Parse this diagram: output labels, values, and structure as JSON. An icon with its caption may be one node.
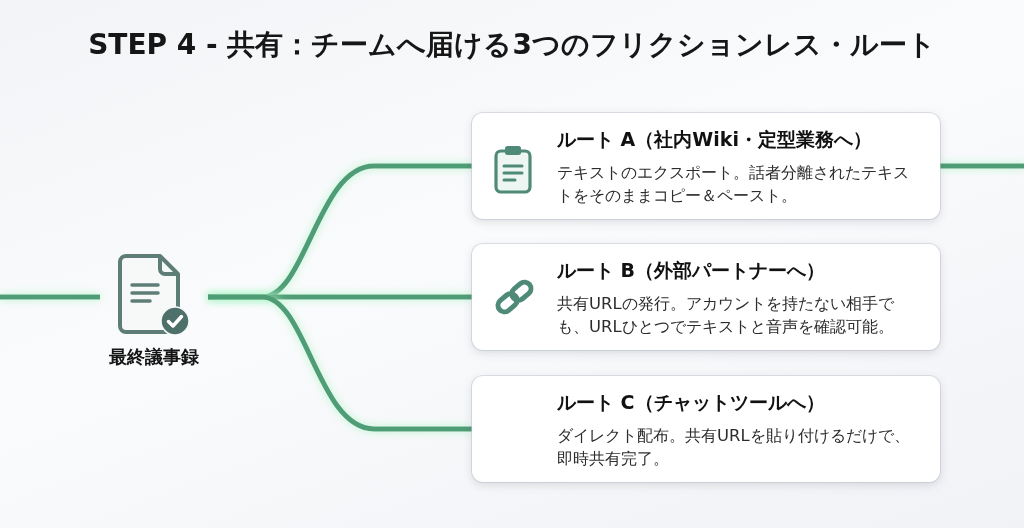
{
  "diagram": {
    "title": "STEP 4 - 共有：チームへ届ける3つのフリクションレス・ルート",
    "nodes": [
      {
        "text": [
          "最終議事録"
        ]
      },
      {
        "text": [
          "ルート A（社内Wiki・定型業務へ）",
          "テキストのエクスポート。話者分離されたテキストをそのままコピー＆ペースト。"
        ]
      },
      {
        "text": [
          "ルート B（外部パートナーへ）",
          "共有URLの発行。アカウントを持たない相手でも、URLひとつでテキストと音声を確認可能。"
        ]
      },
      {
        "text": [
          "ルート C（チャットツールへ）",
          "ダイレクト配布。共有URLを貼り付けるだけで、即時共有完了。"
        ]
      }
    ],
    "edges": [
      {
        "from": null,
        "to": 0,
        "arrow": "none"
      },
      {
        "from": 0,
        "to": 1,
        "arrow": "none"
      },
      {
        "from": 0,
        "to": 2,
        "arrow": "none"
      },
      {
        "from": 0,
        "to": 3,
        "arrow": "none"
      },
      {
        "from": 1,
        "to": null,
        "arrow": "none"
      }
    ]
  }
}
